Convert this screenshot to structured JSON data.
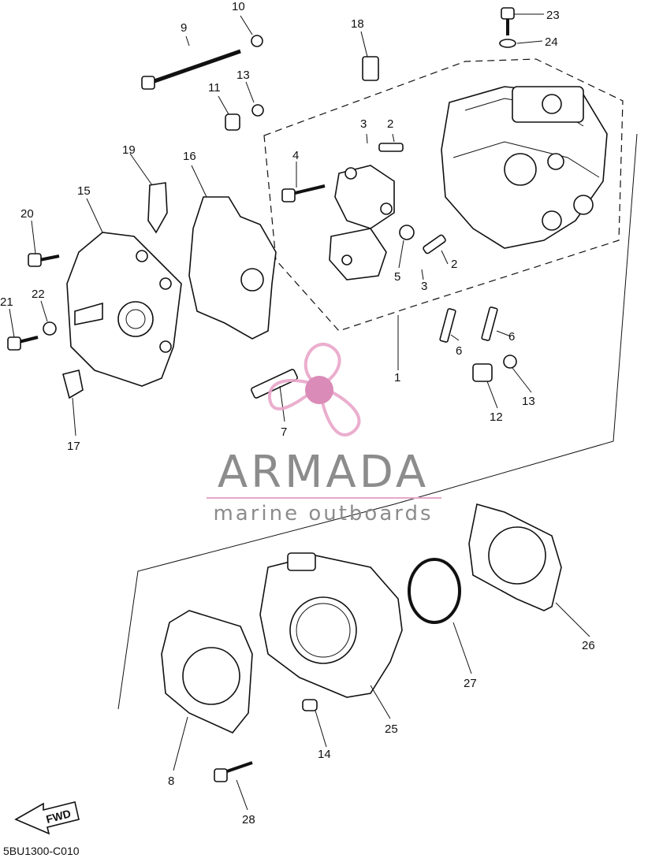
{
  "callouts": [
    {
      "id": "1",
      "label": "1"
    },
    {
      "id": "2a",
      "label": "2"
    },
    {
      "id": "2b",
      "label": "2"
    },
    {
      "id": "3a",
      "label": "3"
    },
    {
      "id": "3b",
      "label": "3"
    },
    {
      "id": "4",
      "label": "4"
    },
    {
      "id": "5",
      "label": "5"
    },
    {
      "id": "6a",
      "label": "6"
    },
    {
      "id": "6b",
      "label": "6"
    },
    {
      "id": "7",
      "label": "7"
    },
    {
      "id": "8",
      "label": "8"
    },
    {
      "id": "9",
      "label": "9"
    },
    {
      "id": "10",
      "label": "10"
    },
    {
      "id": "11",
      "label": "11"
    },
    {
      "id": "12",
      "label": "12"
    },
    {
      "id": "13a",
      "label": "13"
    },
    {
      "id": "13b",
      "label": "13"
    },
    {
      "id": "14",
      "label": "14"
    },
    {
      "id": "15",
      "label": "15"
    },
    {
      "id": "16",
      "label": "16"
    },
    {
      "id": "17",
      "label": "17"
    },
    {
      "id": "18",
      "label": "18"
    },
    {
      "id": "19",
      "label": "19"
    },
    {
      "id": "20",
      "label": "20"
    },
    {
      "id": "21",
      "label": "21"
    },
    {
      "id": "22",
      "label": "22"
    },
    {
      "id": "23",
      "label": "23"
    },
    {
      "id": "24",
      "label": "24"
    },
    {
      "id": "25",
      "label": "25"
    },
    {
      "id": "26",
      "label": "26"
    },
    {
      "id": "27",
      "label": "27"
    },
    {
      "id": "28",
      "label": "28"
    }
  ],
  "watermark": {
    "brand": "ARMADA",
    "tagline": "marine outboards",
    "logo": "propeller-logo",
    "colors": {
      "text": "#8c8c8c",
      "accent": "#e9a6c9",
      "accent_dark": "#d77fb0"
    }
  },
  "diagram_code": "5BU1300-C010",
  "fwd_arrow": {
    "label": "FWD"
  }
}
